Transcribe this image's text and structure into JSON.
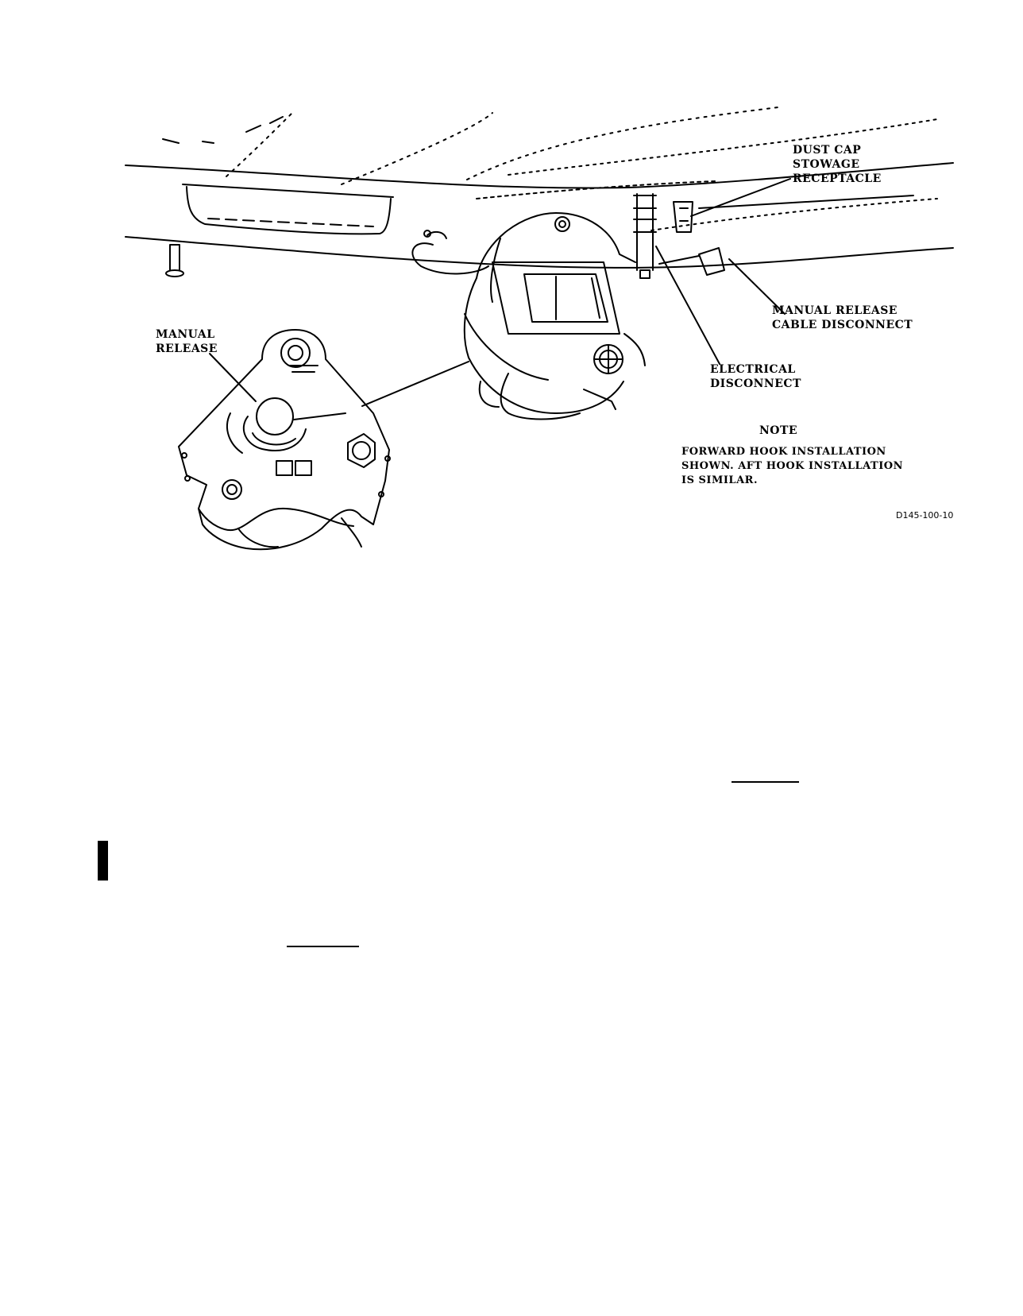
{
  "callouts": {
    "dust_cap": "DUST CAP\nSTOWAGE\nRECEPTACLE",
    "manual_release_cable": "MANUAL RELEASE\nCABLE DISCONNECT",
    "electrical": "ELECTRICAL\nDISCONNECT",
    "manual_release": "MANUAL\nRELEASE"
  },
  "note": {
    "heading": "NOTE",
    "text": "FORWARD HOOK INSTALLATION\nSHOWN. AFT HOOK INSTALLATION\nIS SIMILAR."
  },
  "figure_id": "D145-100-10"
}
